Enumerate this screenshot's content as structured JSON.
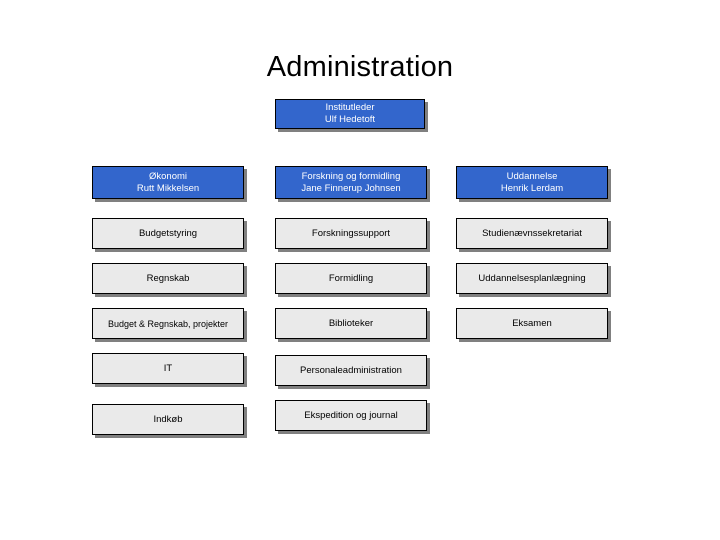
{
  "slide": {
    "title": "Administration",
    "background": "#ffffff"
  },
  "colors": {
    "leader_box": "#3366CC",
    "leader_text": "#ffffff",
    "unit_box": "#EAEAEA",
    "unit_text": "#000000",
    "border": "#000000",
    "shadow": "#808080"
  },
  "org": {
    "root": {
      "unit": "Institutleder",
      "person": "Ulf Hedetoft"
    },
    "columns": [
      {
        "head": {
          "unit": "Økonomi",
          "person": "Rutt Mikkelsen"
        },
        "units": [
          "Budgetstyring",
          "Regnskab",
          "Budget & Regnskab, projekter",
          "IT",
          "Indkøb"
        ]
      },
      {
        "head": {
          "unit": "Forskning og formidling",
          "person": "Jane Finnerup Johnsen"
        },
        "units": [
          "Forskningssupport",
          "Formidling",
          "Biblioteker",
          "Personaleadministration",
          "Ekspedition og journal"
        ]
      },
      {
        "head": {
          "unit": "Uddannelse",
          "person": "Henrik Lerdam"
        },
        "units": [
          "Studienævnssekretariat",
          "Uddannelsesplanlægning",
          "Eksamen"
        ]
      }
    ]
  }
}
